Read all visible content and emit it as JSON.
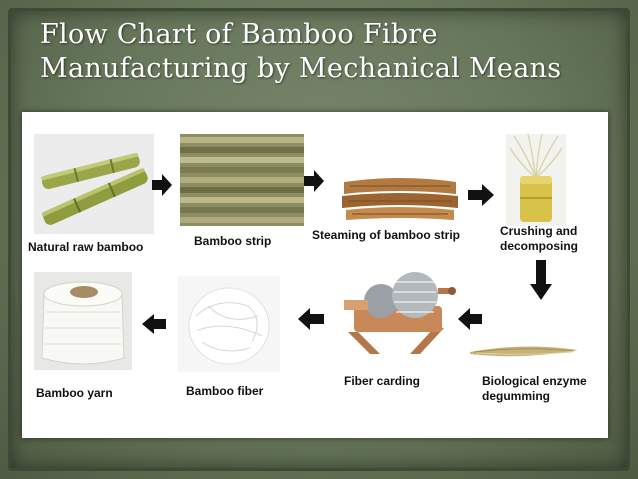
{
  "title": {
    "line1": "Flow Chart of Bamboo Fibre",
    "line2": "Manufacturing by Mechanical Means"
  },
  "steps": [
    {
      "label": "Natural raw bamboo"
    },
    {
      "label": "Bamboo strip"
    },
    {
      "label": "Steaming of bamboo strip"
    },
    {
      "label_line1": "Crushing and",
      "label_line2": "decomposing"
    },
    {
      "label_line1": "Biological enzyme",
      "label_line2": "degumming"
    },
    {
      "label": "Fiber carding"
    },
    {
      "label": "Bamboo fiber"
    },
    {
      "label": "Bamboo yarn"
    }
  ],
  "colors": {
    "background": "#66765a",
    "panel": "#ffffff",
    "arrow": "#111111",
    "title_text": "#ffffff"
  }
}
